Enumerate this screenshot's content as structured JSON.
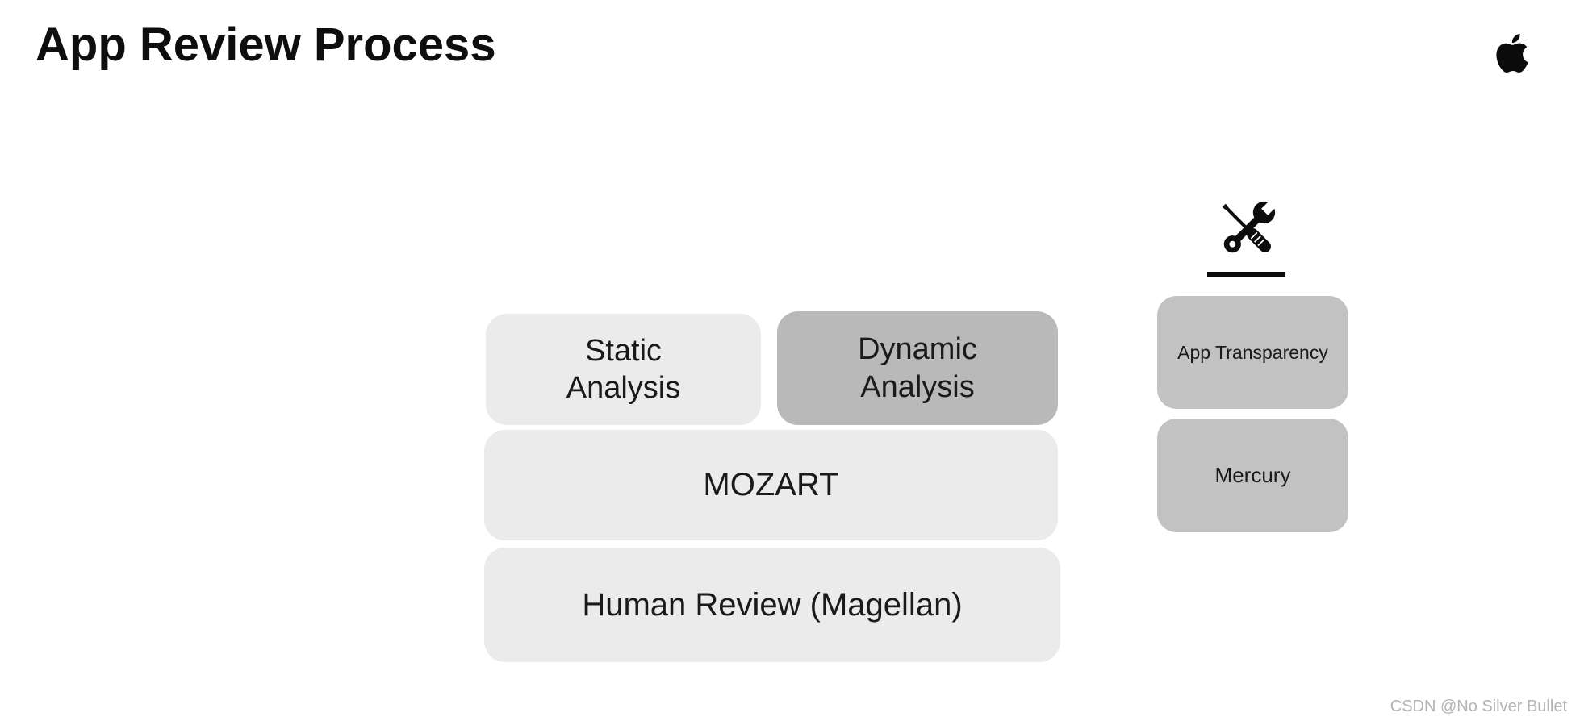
{
  "title": "App Review Process",
  "header_icons": {
    "apple_logo": "apple-logo"
  },
  "tools": {
    "icon": "screwdriver-wrench-icon"
  },
  "stack": {
    "static": {
      "label": "Static\nAnalysis"
    },
    "dynamic": {
      "label": "Dynamic\nAnalysis"
    },
    "mozart": {
      "label": "MOZART"
    },
    "human_review": {
      "label": "Human Review (Magellan)"
    }
  },
  "side": {
    "app_transparency": {
      "label": "App Transparency"
    },
    "mercury": {
      "label": "Mercury"
    }
  },
  "colors": {
    "box_light": "#ebebeb",
    "box_dynamic": "#b9b9b9",
    "box_side": "#c2c2c2",
    "title_text": "#0e0e0e",
    "box_text": "#1a1a1a",
    "icon": "#0d0d0d",
    "watermark_text": "#b3b3b3"
  },
  "watermark": "CSDN @No Silver Bullet"
}
